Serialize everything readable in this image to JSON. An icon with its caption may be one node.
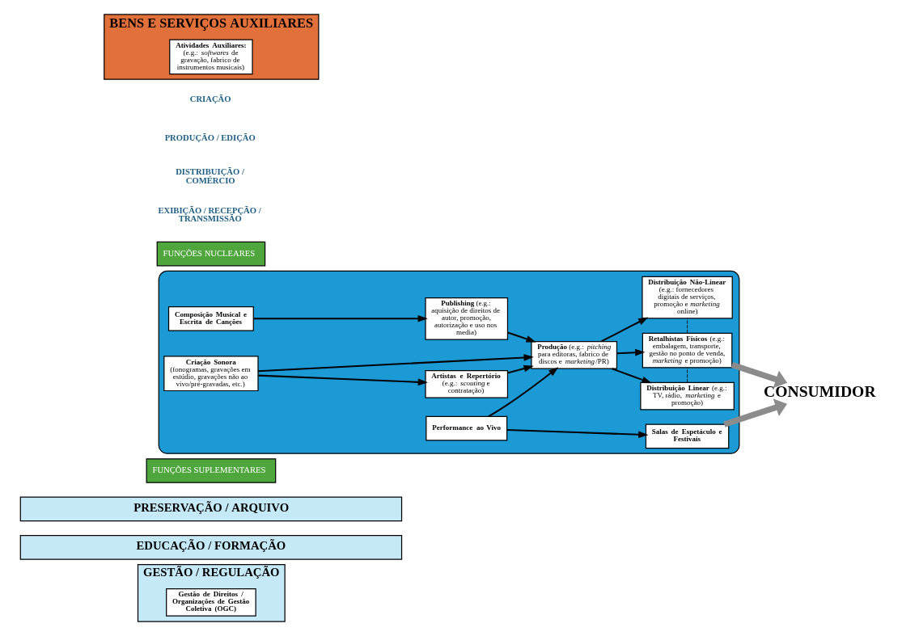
{
  "diagram": {
    "nodes": [
      {
        "text": [
          "BENS E SERVIÇOS AUXILIARES"
        ]
      },
      {
        "text": [
          "**Atividades Auxiliares:** (e.g.: *softwares* de gravação, fabrico de instrumentos musicais)"
        ],
        "in": 0
      },
      {
        "text": [
          "FUNÇÕES NUCLEARES"
        ]
      },
      {
        "text": [],
        "shape": "box"
      },
      {
        "text": [
          "**Composição Musical e Escrita de Canções**"
        ],
        "in": 3
      },
      {
        "text": [
          "**Criação Sonora** (fonogramas, gravações em estúdio, gravações não ao vivo/pré-gravadas, etc.)"
        ],
        "in": 3
      },
      {
        "text": [
          "**Performance ao Vivo**"
        ],
        "in": 3
      },
      {
        "text": [
          "**Publishing** (e.g.: aquisição de direitos de autor, promoção, autorização e uso nos media)"
        ],
        "in": 3
      },
      {
        "text": [
          "**Artistas e Repertório** (e.g.: *scouting* e contratação)"
        ],
        "in": 3
      },
      {
        "text": [
          "**Produção** (e.g.: *pitching* para editoras, fabrico de discos e *marketing*/PR)"
        ],
        "in": 3
      },
      {
        "text": [
          "**Distribuição Linear** (e.g.: TV, rádio, *marketing* e promoção)"
        ],
        "in": 3
      },
      {
        "text": [
          "**Retalhistas Físicos** (e.g.: embalagem, transporte, gestão no ponto de venda, *marketing* e promoção)"
        ],
        "in": 3
      },
      {
        "text": [
          "**Distribuição Não-Linear** (e.g.: fornecedores digitais de serviços, promoção e *marketing* online)"
        ],
        "in": 3
      },
      {
        "text": [
          "**Salas de Espetáculo e Festivais**"
        ],
        "in": 3
      },
      {
        "text": [
          "CONSUMIDOR"
        ]
      },
      {
        "text": [
          "FUNÇÕES SUPLEMENTARES"
        ]
      },
      {
        "text": [
          "PRESERVAÇÃO / ARQUIVO"
        ]
      },
      {
        "text": [
          "EDUCAÇÃO / FORMAÇÃO"
        ]
      },
      {
        "text": [
          "GESTÃO / REGULAÇÃO"
        ]
      },
      {
        "text": [
          "**Gestão de Direitos / Organizações de Gestão Coletiva (OGC)**"
        ],
        "in": 18
      }
    ],
    "edges": [
      {
        "from": 4,
        "to": 7,
        "arrow": "to"
      },
      {
        "from": 5,
        "to": 9,
        "arrow": "to"
      },
      {
        "from": 5,
        "to": 8,
        "arrow": "to"
      },
      {
        "from": 7,
        "to": 9,
        "arrow": "to"
      },
      {
        "from": 8,
        "to": 9,
        "arrow": "to"
      },
      {
        "from": 6,
        "to": 9,
        "arrow": "to"
      },
      {
        "from": 6,
        "to": 13,
        "arrow": "to"
      },
      {
        "from": 9,
        "to": 10,
        "arrow": "to"
      },
      {
        "from": 9,
        "to": 11,
        "arrow": "to"
      },
      {
        "from": 9,
        "to": 12,
        "arrow": "to"
      },
      {
        "from": 10,
        "to": 11,
        "arrow": "none",
        "style": "dashed"
      },
      {
        "from": 11,
        "to": 12,
        "arrow": "none",
        "style": "dashed"
      },
      {
        "from": 11,
        "to": 14,
        "arrow": "to",
        "style": "thick",
        "color": "#8c8c8c"
      },
      {
        "from": 13,
        "to": 14,
        "arrow": "to",
        "style": "thick",
        "color": "#8c8c8c"
      }
    ],
    "labels": [
      "CRIAÇÃO",
      "PRODUÇÃO / EDIÇÃO",
      "DISTRIBUIÇÃO / COMÉRCIO",
      "EXIBIÇÃO / RECEPÇÃO / TRANSMISSÃO"
    ]
  }
}
